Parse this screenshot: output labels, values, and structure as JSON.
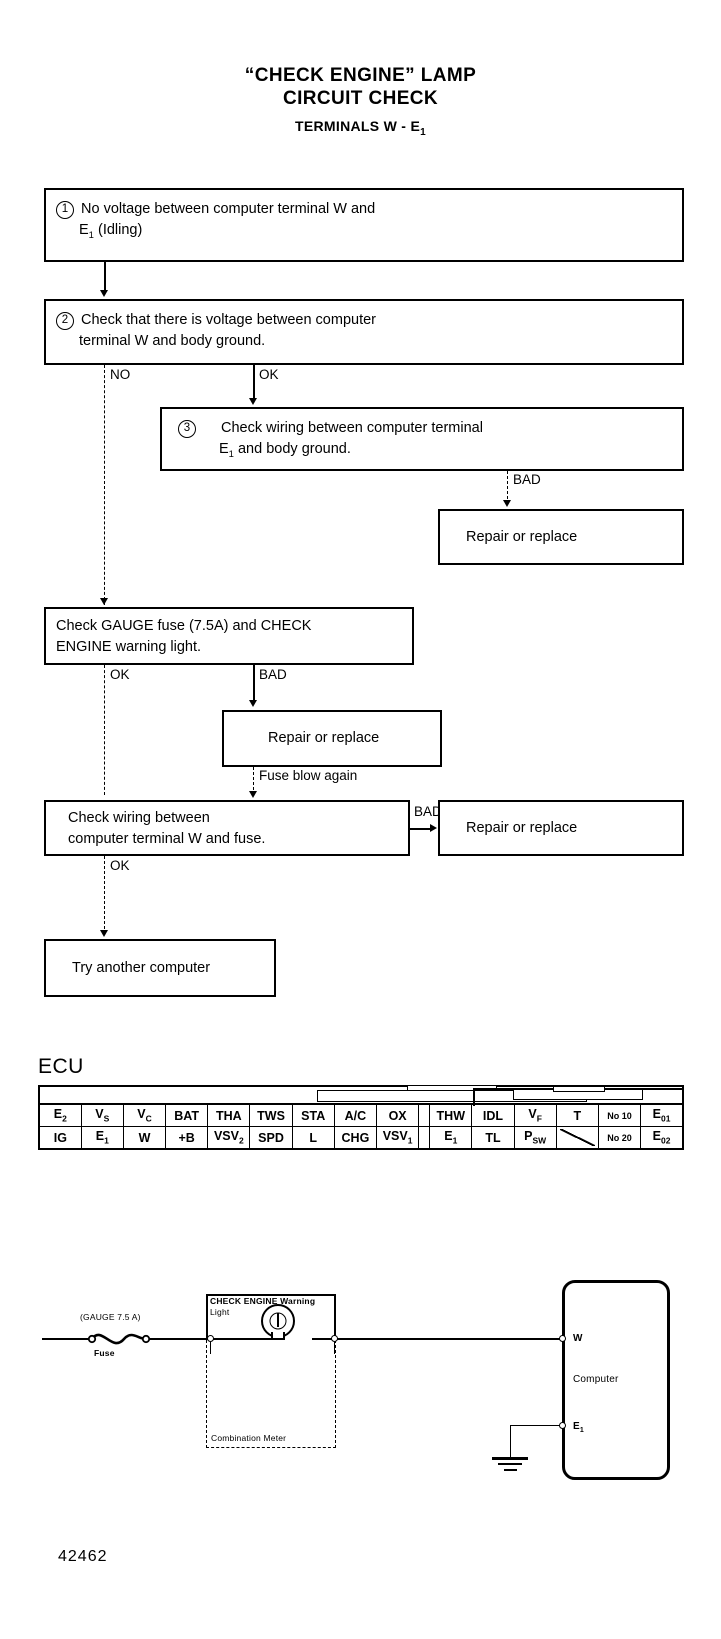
{
  "page": {
    "figure_number": "42462"
  },
  "title": {
    "line1": "“CHECK ENGINE” LAMP",
    "line2": "CIRCUIT CHECK",
    "terminals_prefix": "TERMINALS W - E",
    "terminals_sub": "1"
  },
  "flow": {
    "step1": {
      "number": "1",
      "line1": "No voltage between computer terminal W and",
      "line2_prefix": "E",
      "line2_sub": "1",
      "line2_suffix": " (Idling)"
    },
    "step2": {
      "number": "2",
      "line1": "Check that there is voltage between computer",
      "line2": "terminal W and body ground."
    },
    "step3": {
      "number": "3",
      "line1": "Check wiring between computer terminal",
      "line2_prefix": "E",
      "line2_sub": "1",
      "line2_suffix": " and body ground."
    },
    "repair1": "Repair or replace",
    "gauge_check": {
      "line1": "Check GAUGE fuse (7.5A) and CHECK",
      "line2": "ENGINE warning light."
    },
    "repair2": "Repair or replace",
    "wiring_check": {
      "line1": "Check wiring between",
      "line2": "computer terminal W and fuse."
    },
    "repair3": "Repair or replace",
    "try_computer": "Try another computer",
    "labels": {
      "no": "NO",
      "ok1": "OK",
      "bad1": "BAD",
      "ok2": "OK",
      "bad2": "BAD",
      "fuse_blow": "Fuse blow again",
      "bad3": "BAD",
      "ok3": "OK"
    }
  },
  "ecu": {
    "title": "ECU",
    "row_top": [
      {
        "label": "E",
        "sub": "2"
      },
      {
        "label": "V",
        "sub": "S"
      },
      {
        "label": "V",
        "sub": "C"
      },
      {
        "label": "BAT"
      },
      {
        "label": "THA"
      },
      {
        "label": "TWS"
      },
      {
        "label": "STA"
      },
      {
        "label": "A/C"
      },
      {
        "label": "OX"
      },
      {
        "gap": true
      },
      {
        "label": "THW"
      },
      {
        "label": "IDL"
      },
      {
        "label": "V",
        "sub": "F"
      },
      {
        "label": "T"
      },
      {
        "label": "No 10",
        "small": true
      },
      {
        "label": "E",
        "sub": "01"
      }
    ],
    "row_bottom": [
      {
        "label": "IG"
      },
      {
        "label": "E",
        "sub": "1"
      },
      {
        "label": "W",
        "highlight": true
      },
      {
        "label": "+B"
      },
      {
        "label": "VSV",
        "sub": "2"
      },
      {
        "label": "SPD"
      },
      {
        "label": "L"
      },
      {
        "label": "CHG"
      },
      {
        "label": "VSV",
        "sub": "1"
      },
      {
        "gap": true
      },
      {
        "label": "E",
        "sub": "1",
        "highlight": true
      },
      {
        "label": "TL"
      },
      {
        "label": "P",
        "sub": "SW"
      },
      {
        "slash": true
      },
      {
        "label": "No 20",
        "small": true
      },
      {
        "label": "E",
        "sub": "02"
      }
    ]
  },
  "circuit": {
    "fuse_label": "(GAUGE 7.5 A)",
    "fuse_name": "Fuse",
    "lamp_label_line1": "CHECK ENGINE Warning",
    "lamp_label_line2": "Light",
    "meter_label": "Combination Meter",
    "computer_label": "Computer",
    "terminal_w": "W",
    "terminal_e1_prefix": "E",
    "terminal_e1_sub": "1"
  }
}
